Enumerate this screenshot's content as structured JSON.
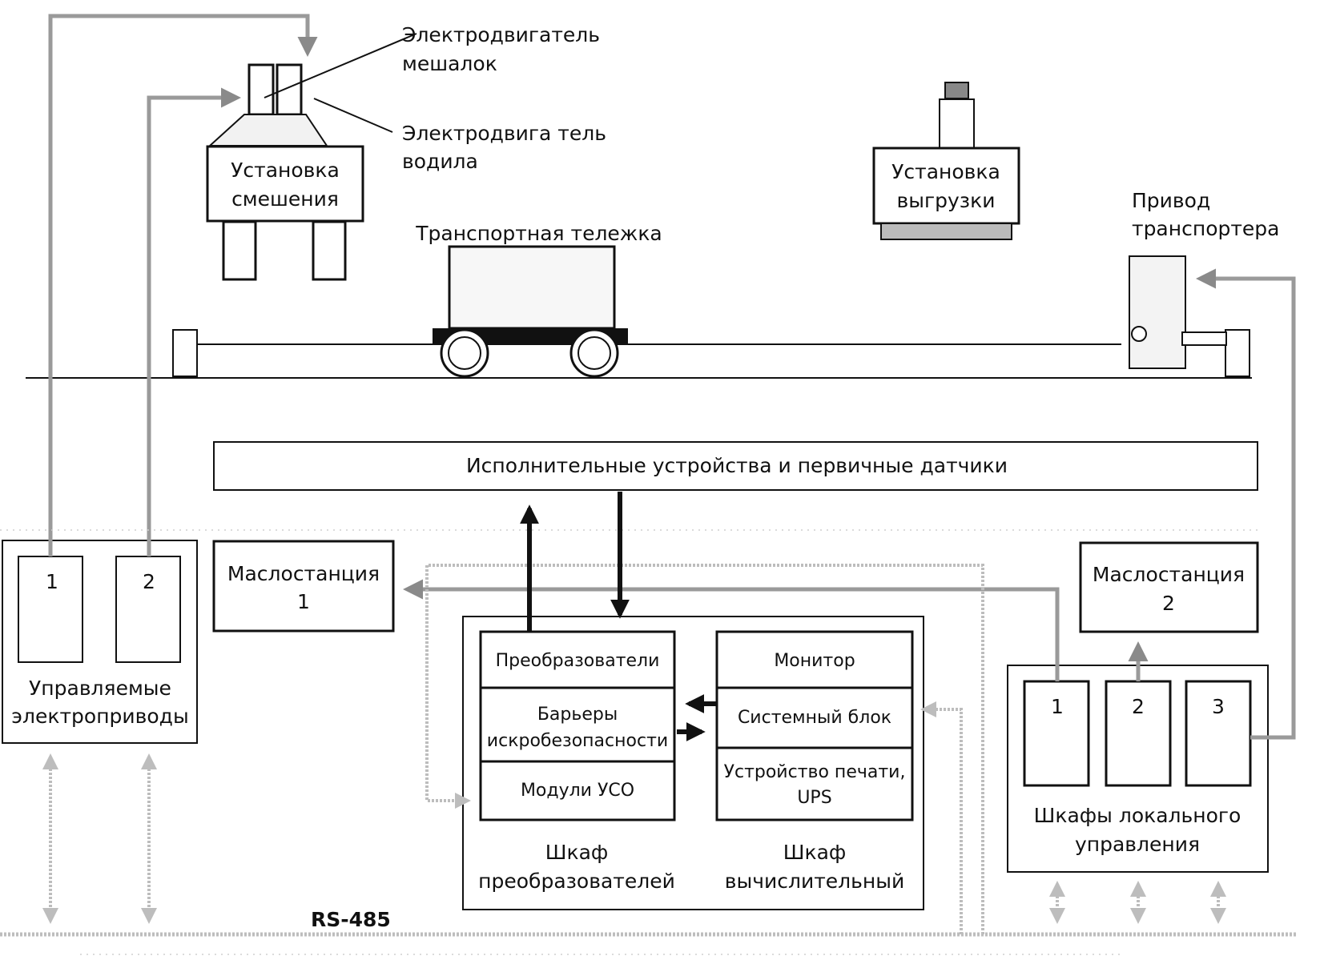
{
  "equipment": {
    "mixer_motor_label_1": "Электродвигатель",
    "mixer_motor_label_2": "мешалок",
    "carrier_motor_label_1": "Электродвига тель",
    "carrier_motor_label_2": "водила",
    "mixing_unit_1": "Установка",
    "mixing_unit_2": "смешения",
    "cart_label": "Транспортная тележка",
    "unloading_unit_1": "Установка",
    "unloading_unit_2": "выгрузки",
    "conveyor_drive_1": "Привод",
    "conveyor_drive_2": "транспортера"
  },
  "actuators_bar": "Исполнительные устройства и первичные датчики",
  "drives": {
    "title_1": "Управляемые",
    "title_2": "электроприводы",
    "units": [
      "1",
      "2"
    ]
  },
  "oil_station_1": {
    "line_1": "Маслостанция",
    "line_2": "1"
  },
  "oil_station_2": {
    "line_1": "Маслостанция",
    "line_2": "2"
  },
  "converter_cabinet": {
    "rows": [
      "Преобразователи",
      "Барьеры",
      "искробезопасности",
      "Модули УСО"
    ],
    "title_1": "Шкаф",
    "title_2": "преобразователей"
  },
  "computing_cabinet": {
    "rows": [
      "Монитор",
      "Системный блок",
      "Устройство печати,",
      "UPS"
    ],
    "title_1": "Шкаф",
    "title_2": "вычислительный"
  },
  "local_cabinets": {
    "units": [
      "1",
      "2",
      "3"
    ],
    "title_1": "Шкафы локального",
    "title_2": "управления"
  },
  "bus_label": "RS-485"
}
